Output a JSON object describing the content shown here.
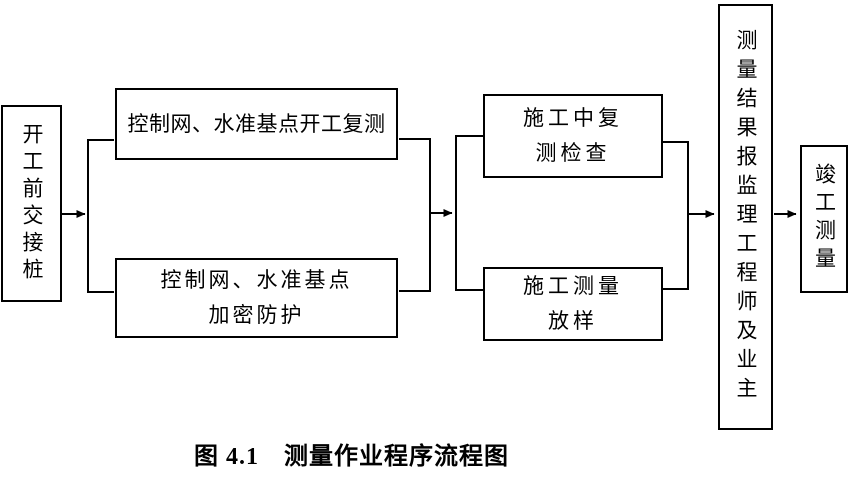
{
  "figure": {
    "caption": "图 4.1　测量作业程序流程图",
    "background_color": "#ffffff",
    "line_color": "#000000",
    "text_color": "#000000"
  },
  "nodes": {
    "start": {
      "label": "开工前交接桩"
    },
    "recheck": {
      "label": "控制网、水准基点开工复测"
    },
    "densify": {
      "label": "控制网、水准基点\n加密防护"
    },
    "inspect": {
      "label": "施工中复\n测检查"
    },
    "layout": {
      "label": "施工测量\n放样"
    },
    "report": {
      "label": "测量结果报监理工程师及业主"
    },
    "completion": {
      "label": "竣工测量"
    }
  },
  "edges": [
    {
      "from": "start",
      "to": "recheck"
    },
    {
      "from": "start",
      "to": "densify"
    },
    {
      "from": "recheck",
      "to": "inspect"
    },
    {
      "from": "recheck",
      "to": "layout"
    },
    {
      "from": "densify",
      "to": "inspect"
    },
    {
      "from": "densify",
      "to": "layout"
    },
    {
      "from": "inspect",
      "to": "report"
    },
    {
      "from": "layout",
      "to": "report"
    },
    {
      "from": "report",
      "to": "completion"
    }
  ]
}
